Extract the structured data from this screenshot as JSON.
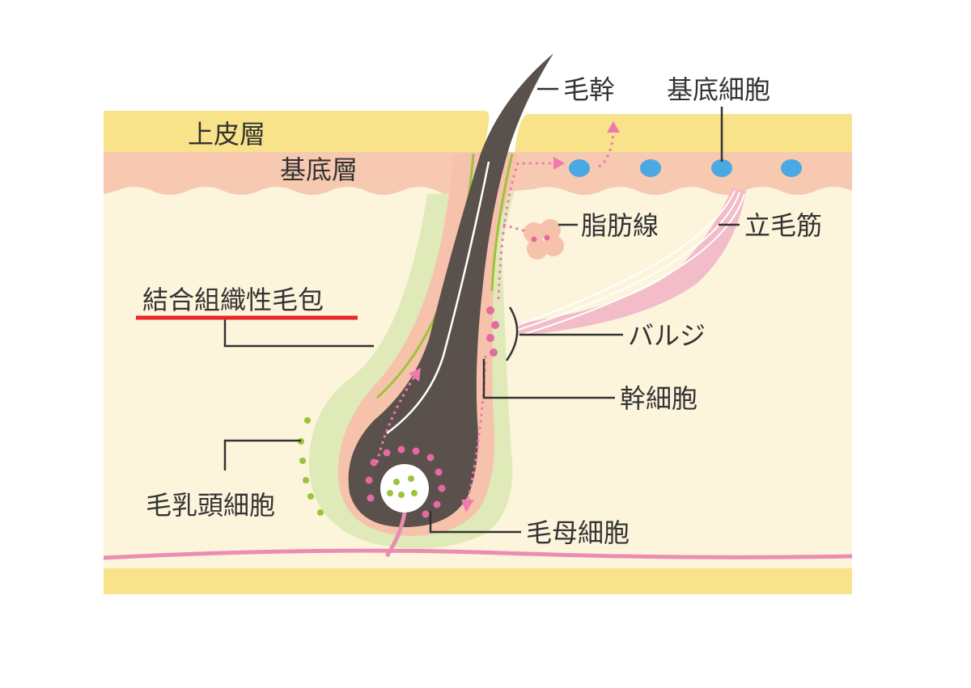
{
  "labels": {
    "epidermis": "上皮層",
    "basal_layer": "基底層",
    "hair_shaft": "毛幹",
    "basal_cells": "基底細胞",
    "sebaceous_gland": "脂肪線",
    "arrector_pili": "立毛筋",
    "connective_tissue_sheath": "結合組織性毛包",
    "bulge": "バルジ",
    "stem_cells": "幹細胞",
    "dermal_papilla_cells": "毛乳頭細胞",
    "matrix_cells": "毛母細胞"
  },
  "colors": {
    "epidermis": "#f8e38a",
    "basal_layer": "#f7c9b0",
    "dermis": "#fdf4dc",
    "hair": "#5a514d",
    "inner_sheath": "#f6c2ac",
    "outer_sheath": "#dfeab8",
    "green_line": "#9bc43a",
    "pink_dots": "#e46aa0",
    "blue_cells": "#4aa8e3",
    "muscle": "#f2bcc8",
    "highlight_underline": "#e8282b",
    "leader_lines": "#333333"
  }
}
